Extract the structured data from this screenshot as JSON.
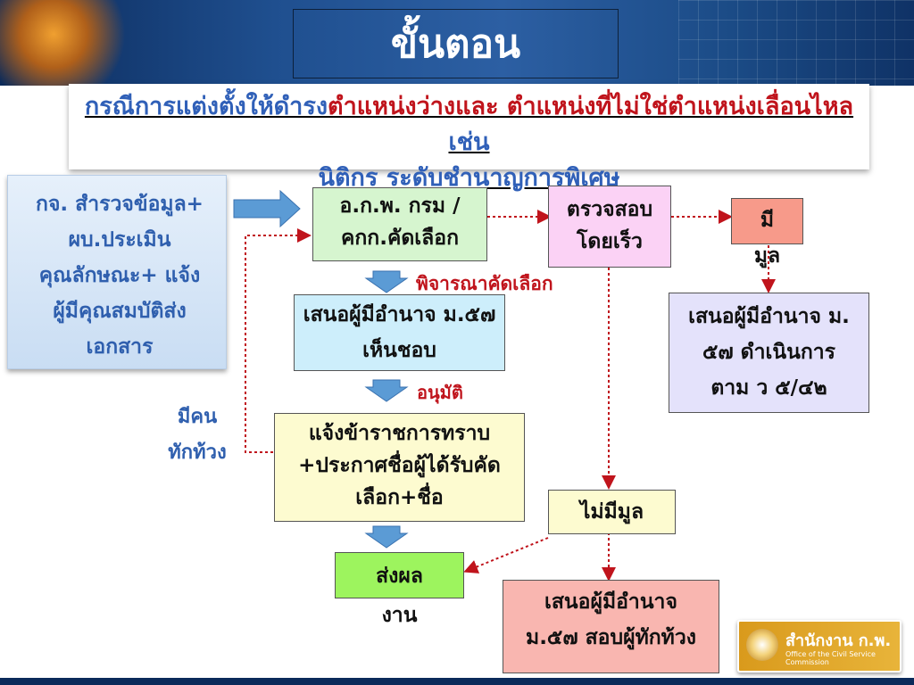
{
  "title": "ขั้นตอน",
  "subtitle": {
    "part1": "กรณีการแต่งตั้งให้ดำรง",
    "part2": "ตำแหน่งว่างและ ตำแหน่งที่ไม่ใช่ตำแหน่งเลื่อนไหล",
    "part3": " เช่น",
    "line3": "นิติกร ระดับชำนาญการพิเศษ"
  },
  "boxes": {
    "survey": "กจ. สำรวจข้อมูล+ ผบ.ประเมินคุณลักษณะ+ แจ้งผู้มีคุณสมบัติส่งเอกสาร",
    "committee": "อ.ก.พ. กรม /    คกก.คัดเลือก",
    "check": "ตรวจสอบโดยเร็ว",
    "has_grounds": "มีมูล",
    "propose_right": "เสนอผู้มีอำนาจ ม. ๕๗ ดำเนินการตาม ว ๕/๔๒",
    "propose_approve": "เสนอผู้มีอำนาจ ม.๕๗ เห็นชอบ",
    "notify": "แจ้งข้าราชการทราบ +ประกาศชื่อผู้ได้รับคัดเลือก+ชื่อ",
    "no_grounds": "ไม่มีมูล",
    "send_work": "ส่งผลงาน",
    "propose_bottom": "เสนอผู้มีอำนาจ ม.๕๗ สอบผู้ทักท้วง"
  },
  "labels": {
    "consider": "พิจารณาคัดเลือก",
    "approve": "อนุมัติ",
    "objection": "มีคนทักท้วง"
  },
  "logo": {
    "text": "สำนักงาน ก.พ.",
    "sub": "Office of the Civil Service Commission"
  },
  "colors": {
    "accent_blue": "#2f5fae",
    "accent_red": "#c0141c",
    "arrow_blue": "#5b9bd5"
  }
}
